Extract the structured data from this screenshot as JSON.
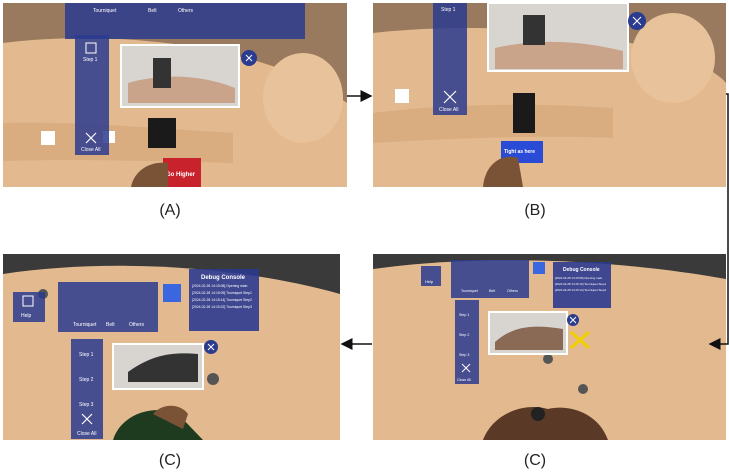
{
  "panels": [
    {
      "caption": "(A)",
      "menu": {
        "tabs": [
          "Tourniquet",
          "Belt",
          "Others"
        ],
        "step_label": "Step 1",
        "close_label": "Close All"
      },
      "label_text": "Go Higher"
    },
    {
      "caption": "(B)",
      "menu": {
        "step_label": "Step 1",
        "close_label": "Close All"
      },
      "label_text": "Tight as here"
    },
    {
      "caption": "(C)",
      "menu": {
        "tabs": [
          "Tourniquet",
          "Belt",
          "Others"
        ],
        "help_label": "Help",
        "steps": [
          "Step 1",
          "Step 2",
          "Step 3"
        ],
        "close_label": "Close All"
      },
      "console": {
        "title": "Debug Console",
        "lines": [
          "[2024-02-28 14:15:08] Opening main",
          "[2024-02-28 14:15:09] Tourniquet Step1",
          "[2024-02-28 14:15:14] Tourniquet Step2",
          "[2024-02-28 14:15:22] Tourniquet Step3"
        ]
      }
    },
    {
      "caption": "(C)",
      "menu": {
        "tabs": [
          "Tourniquet",
          "Belt",
          "Others"
        ],
        "help_label": "Help",
        "steps": [
          "Step 1",
          "Step 2",
          "Step 3"
        ],
        "close_label": "Close All"
      },
      "console": {
        "title": "Debug Console",
        "lines": [
          "[2024-02-28 14:15:08] Opening main",
          "[2024-02-28 14:15:10] Tourniquet Step1",
          "[2024-02-28 14:15:14] Tourniquet Step2"
        ]
      }
    }
  ],
  "colors": {
    "skin": "#e3b98f",
    "mat": "#0f6e5c",
    "holo": "#2b3b8f",
    "tourniquet": "#1a1a1a"
  }
}
